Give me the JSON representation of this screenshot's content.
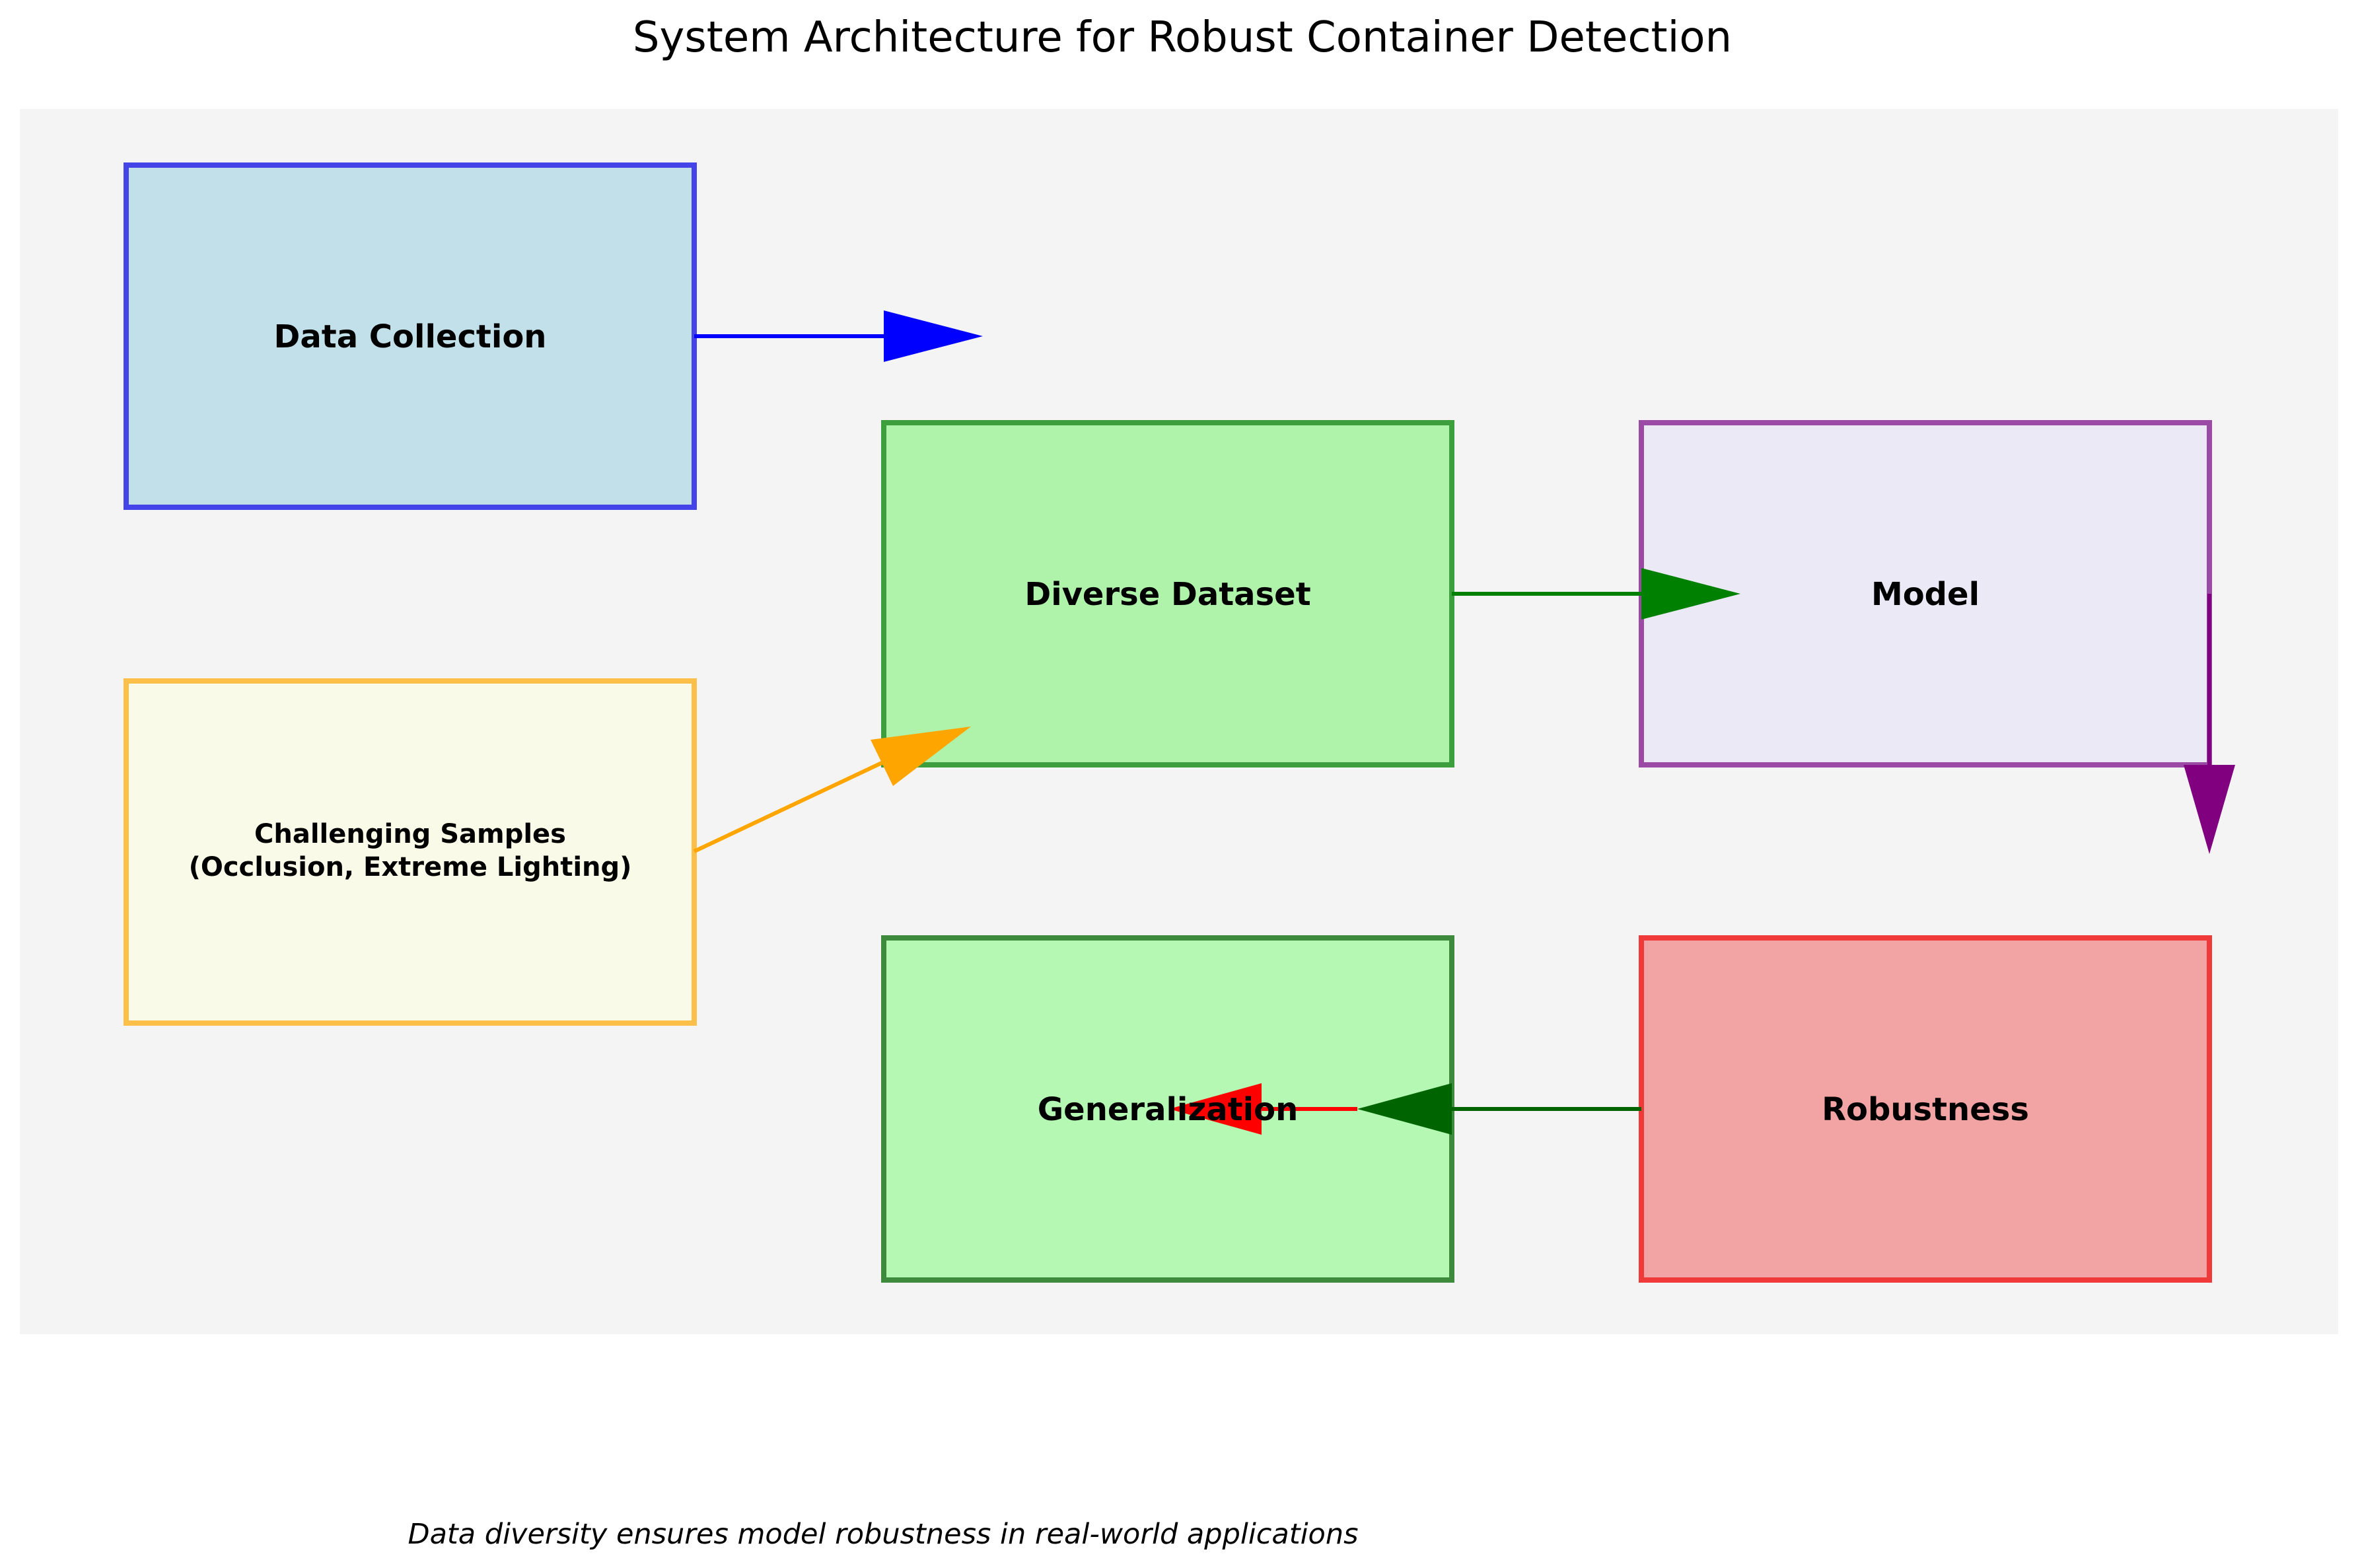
{
  "title": "System Architecture for Robust Container Detection",
  "caption": "Data diversity ensures model robustness in real-world applications",
  "colors": {
    "panel_background": "#f4f4f4",
    "data_collection_fill": "#c2e0ea",
    "data_collection_border": "#4444e8",
    "challenging_fill": "#fafae8",
    "challenging_border": "#fbbf4a",
    "diverse_fill": "#aff2aa",
    "diverse_border": "#3d9e3d",
    "model_fill": "#ebe9f6",
    "model_border": "#9b4ba6",
    "generalization_fill": "#b4f8b4",
    "generalization_border": "#3d8a3d",
    "robustness_fill": "#f2a3a3",
    "robustness_border": "#f03a3a",
    "arrow_blue": "#0000ff",
    "arrow_orange": "#ffa500",
    "arrow_green": "#008000",
    "arrow_purple": "#800080",
    "arrow_darkgreen": "#006400",
    "arrow_red": "#ff0000"
  },
  "nodes": {
    "data_collection": {
      "label": "Data Collection"
    },
    "challenging_samples": {
      "label_line1": "Challenging Samples",
      "label_line2": "(Occlusion, Extreme Lighting)"
    },
    "diverse_dataset": {
      "label": "Diverse Dataset"
    },
    "model": {
      "label": "Model"
    },
    "generalization": {
      "label": "Generalization"
    },
    "robustness": {
      "label": "Robustness"
    }
  }
}
